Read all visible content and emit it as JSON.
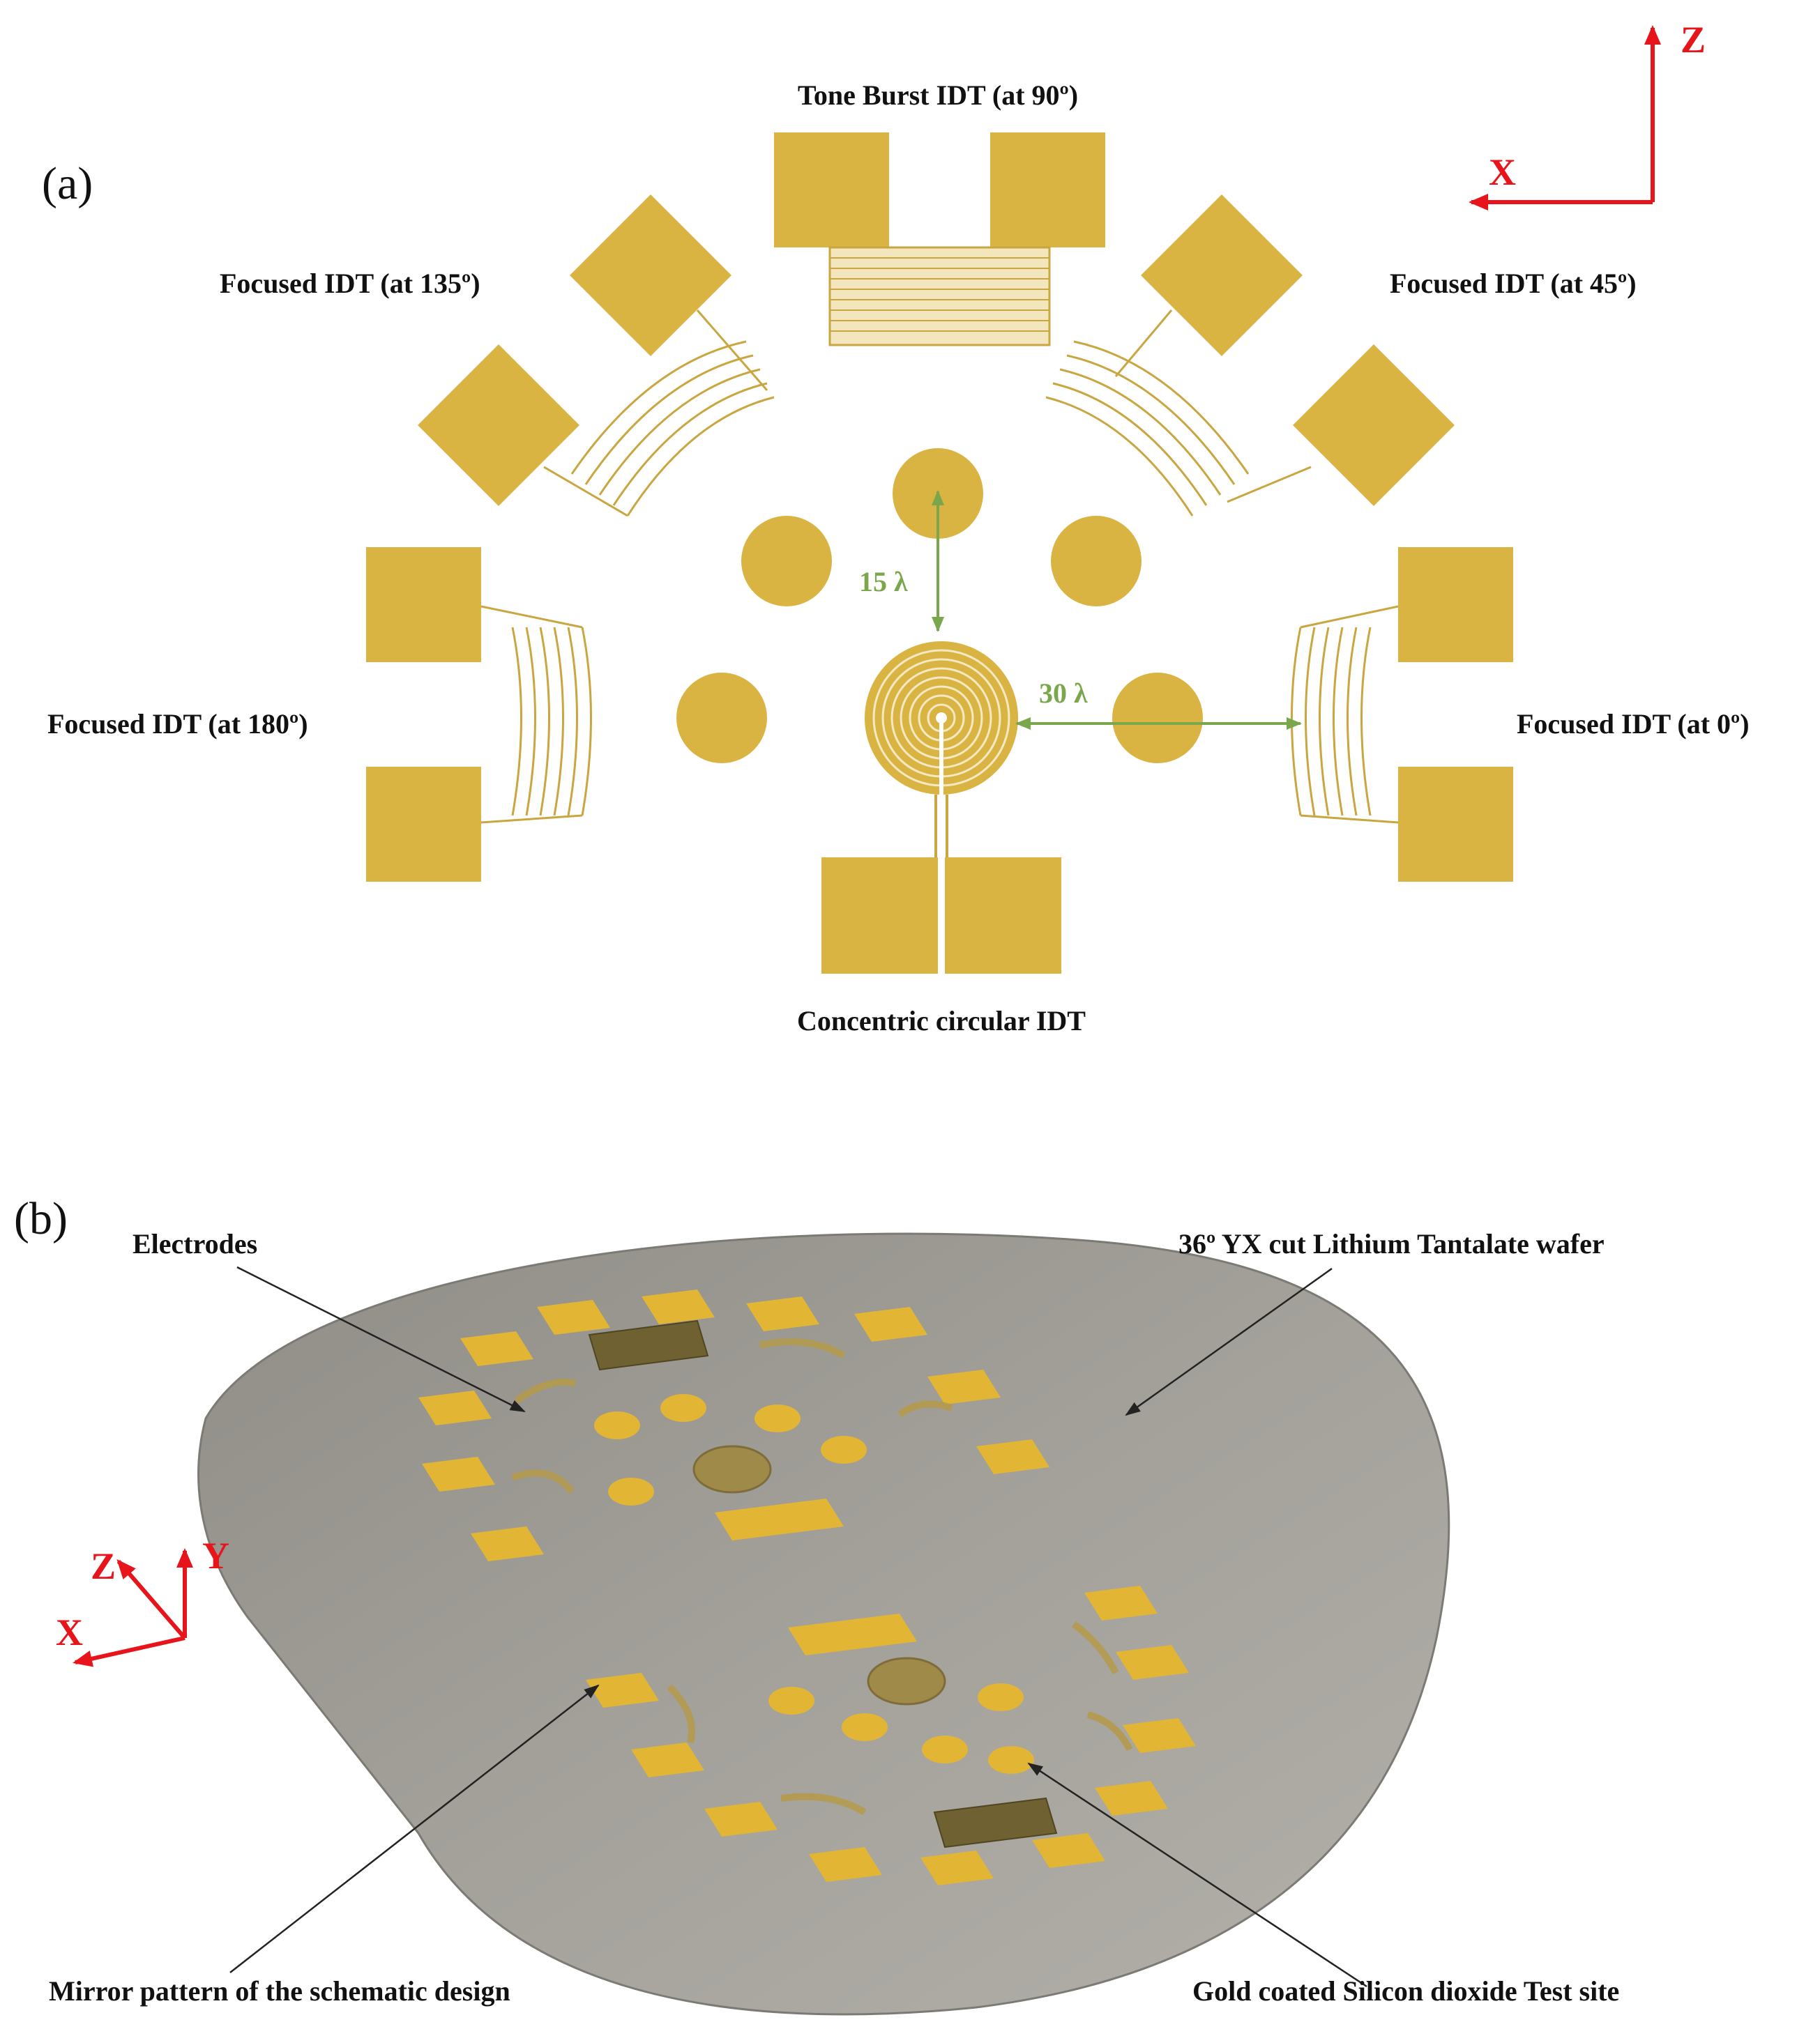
{
  "panel_a": {
    "label": "(a)",
    "axes": {
      "z": "Z",
      "x": "X"
    },
    "labels": {
      "tone_burst": "Tone Burst IDT (at 90º)",
      "focused_135": "Focused IDT (at 135º)",
      "focused_45": "Focused IDT (at 45º)",
      "focused_180": "Focused IDT (at 180º)",
      "focused_0": "Focused IDT (at 0º)",
      "concentric": "Concentric circular IDT",
      "dim_15": "15 λ",
      "dim_30": "30 λ"
    }
  },
  "panel_b": {
    "label": "(b)",
    "axes": {
      "z": "Z",
      "y": "Y",
      "x": "X"
    },
    "labels": {
      "electrodes": "Electrodes",
      "wafer": "36º YX cut Lithium Tantalate wafer",
      "mirror": "Mirror pattern of the schematic design",
      "test_site": "Gold coated Silicon dioxide Test site"
    }
  },
  "colors": {
    "gold": "#dab443",
    "gold_line": "#c9a640",
    "wafer": "#9f9d96",
    "axis": "#e8141b",
    "dimension": "#7aa64c"
  }
}
